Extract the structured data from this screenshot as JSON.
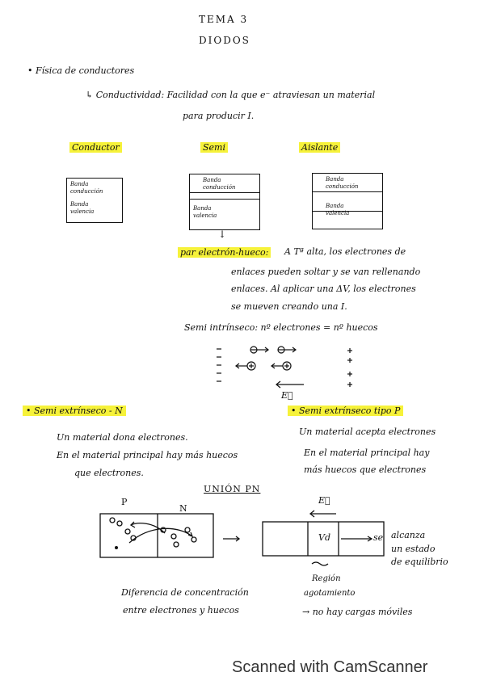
{
  "header": {
    "title": "TEMA 3",
    "subtitle": "DIODOS"
  },
  "section1": {
    "heading": "Física de conductores",
    "def_lead": "Conductividad:",
    "def_line1": "Facilidad con la que e⁻ atraviesan un material",
    "def_line2": "para producir I."
  },
  "materials": {
    "conductor": {
      "title": "Conductor",
      "band1": "Banda conducción",
      "band2": "Banda valencia"
    },
    "semi": {
      "title": "Semi",
      "band1": "Banda conducción",
      "band2": "Banda valencia"
    },
    "aislante": {
      "title": "Aislante",
      "band1": "Banda conducción",
      "band2": "Banda valencia"
    }
  },
  "pair": {
    "label": "par electrón-hueco:",
    "line1": "A Tª alta, los electrones de",
    "line2": "enlaces pueden soltar y se van rellenando",
    "line3": "enlaces. Al aplicar una ΔV, los electrones",
    "line4": "se mueven creando una I."
  },
  "intrinsic": {
    "text": "Semi intrínseco: nº electrones = nº huecos",
    "field": "E⃗"
  },
  "n_type": {
    "title": "Semi extrínseco - N",
    "line1": "Un material dona electrones.",
    "line2": "En el material principal hay más huecos",
    "line3": "que electrones."
  },
  "p_type": {
    "title": "Semi extrínseco tipo P",
    "line1": "Un material acepta electrones",
    "line2": "En el material principal hay",
    "line3": "más huecos que electrones"
  },
  "junction": {
    "title": "UNIÓN PN",
    "p": "P",
    "n": "N",
    "field": "E⃗",
    "vd": "Vd",
    "se": "se",
    "eq1": "alcanza",
    "eq2": "un estado",
    "eq3": "de equilibrio",
    "region1": "Región",
    "region2": "agotamiento",
    "region3": "no hay cargas móviles",
    "diff1": "Diferencia de concentración",
    "diff2": "entre electrones y huecos"
  },
  "footer": "Scanned with CamScanner"
}
